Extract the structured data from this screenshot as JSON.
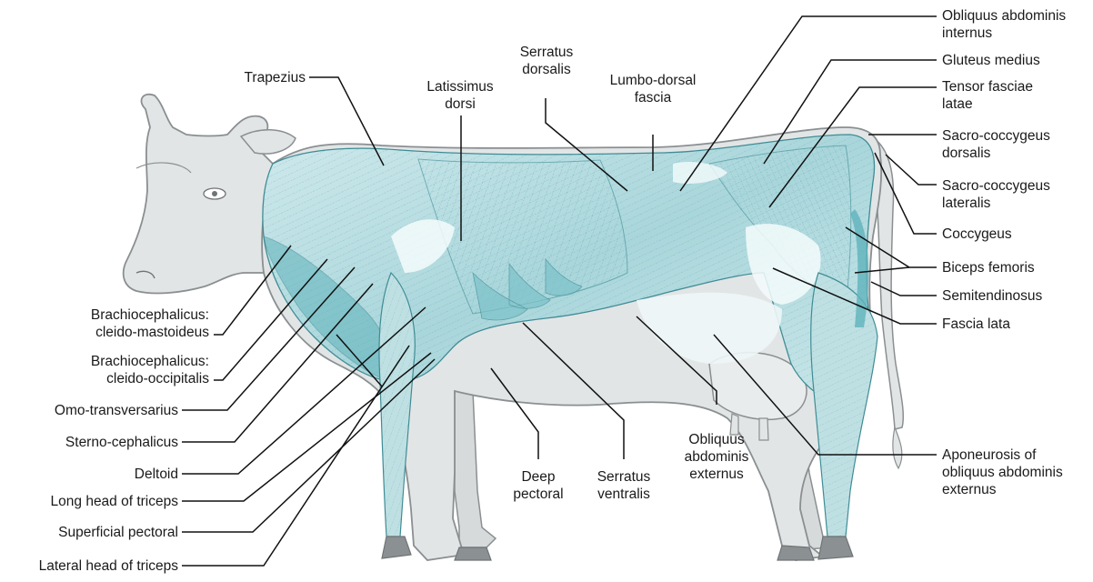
{
  "figure": {
    "colors": {
      "muscle_fill": "#bfe0e3",
      "muscle_deep": "#5fb3bb",
      "muscle_stroke": "#3f8c95",
      "body_fill": "#e2e5e6",
      "body_stroke": "#8a8f91",
      "hoof": "#8b9093",
      "leader": "#111111"
    },
    "labels": {
      "trapezius": "Trapezius",
      "latissimus_dorsi": [
        "Latissimus",
        "dorsi"
      ],
      "serratus_dorsalis": [
        "Serratus",
        "dorsalis"
      ],
      "lumbo_dorsal_fascia": [
        "Lumbo-dorsal",
        "fascia"
      ],
      "obliquus_abdominis_internus": [
        "Obliquus abdominis",
        "internus"
      ],
      "gluteus_medius": "Gluteus medius",
      "tensor_fasciae_latae": [
        "Tensor fasciae",
        "latae"
      ],
      "sacro_coccygeus_dorsalis": [
        "Sacro-coccygeus",
        "dorsalis"
      ],
      "sacro_coccygeus_lateralis": [
        "Sacro-coccygeus",
        "lateralis"
      ],
      "coccygeus": "Coccygeus",
      "biceps_femoris": "Biceps femoris",
      "semitendinosus": "Semitendinosus",
      "fascia_lata": "Fascia lata",
      "aponeurosis": [
        "Aponeurosis of",
        "obliquus abdominis",
        "externus"
      ],
      "cleido_mastoideus": [
        "Brachiocephalicus:",
        "cleido-mastoideus"
      ],
      "cleido_occipitalis": [
        "Brachiocephalicus:",
        "cleido-occipitalis"
      ],
      "omo_transversarius": "Omo-transversarius",
      "sterno_cephalicus": "Sterno-cephalicus",
      "deltoid": "Deltoid",
      "long_head_triceps": "Long head of triceps",
      "superficial_pectoral": "Superficial pectoral",
      "lateral_head_triceps": "Lateral head of triceps",
      "deep_pectoral": [
        "Deep",
        "pectoral"
      ],
      "serratus_ventralis": [
        "Serratus",
        "ventralis"
      ],
      "obliquus_abdominis_externus": [
        "Obliquus",
        "abdominis",
        "externus"
      ]
    }
  }
}
